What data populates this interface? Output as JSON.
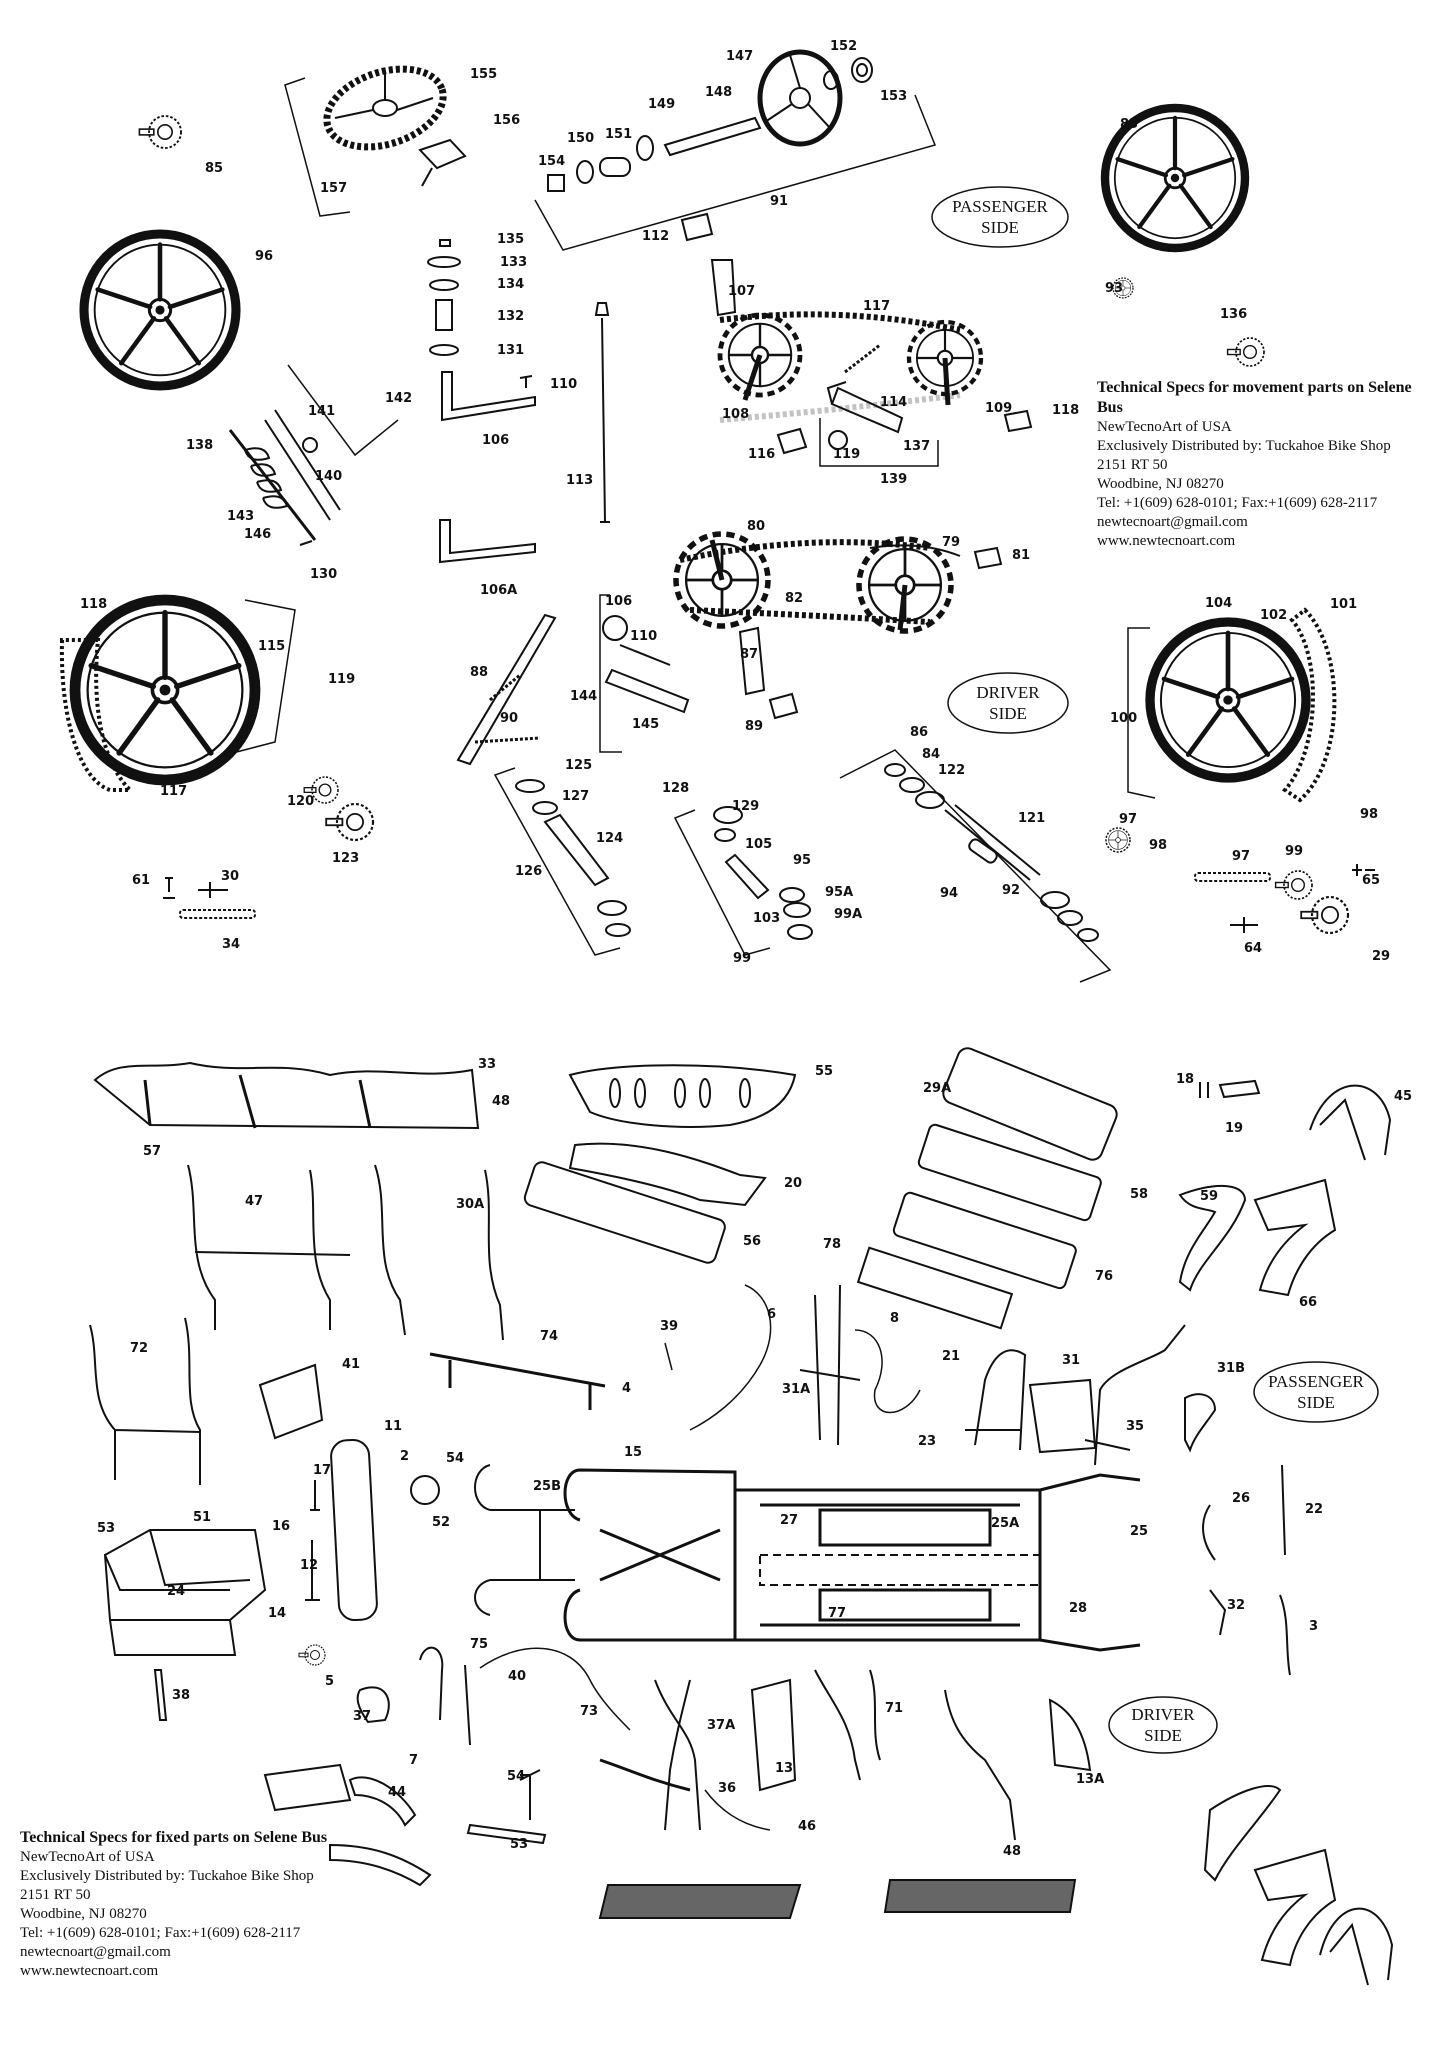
{
  "movement_specs": {
    "title": "Technical Specs for movement parts on Selene Bus",
    "company": "NewTecnoArt of USA",
    "distributor": "Exclusively Distributed by: Tuckahoe Bike Shop",
    "address1": "2151 RT 50",
    "address2": "Woodbine, NJ 08270",
    "contact": "Tel: +1(609) 628-0101; Fax:+1(609) 628-2117 newtecnoart@gmail.com",
    "website": "www.newtecnoart.com"
  },
  "fixed_specs": {
    "title": "Technical Specs for fixed parts on Selene Bus",
    "company": "NewTecnoArt of USA",
    "distributor": "Exclusively Distributed by: Tuckahoe Bike Shop",
    "address1": "2151 RT 50",
    "address2": "Woodbine, NJ 08270",
    "contact": "Tel: +1(609) 628-0101; Fax:+1(609) 628-2117 newtecnoart@gmail.com",
    "website": "www.newtecnoart.com"
  },
  "side_labels": {
    "passenger_top": [
      "PASSENGER",
      "SIDE"
    ],
    "driver_top": [
      "DRIVER",
      "SIDE"
    ],
    "passenger_bottom": [
      "PASSENGER",
      "SIDE"
    ],
    "driver_bottom": [
      "DRIVER",
      "SIDE"
    ]
  },
  "parts": [
    "85",
    "155",
    "156",
    "157",
    "147",
    "152",
    "153",
    "148",
    "149",
    "150",
    "151",
    "154",
    "91",
    "83",
    "96",
    "93",
    "136",
    "135",
    "133",
    "134",
    "132",
    "131",
    "110",
    "106",
    "112",
    "107",
    "117",
    "108",
    "114",
    "109",
    "118",
    "116",
    "119",
    "137",
    "139",
    "142",
    "141",
    "138",
    "143",
    "140",
    "146",
    "130",
    "113",
    "106A",
    "80",
    "79",
    "82",
    "81",
    "118",
    "115",
    "119",
    "117",
    "106",
    "110",
    "144",
    "145",
    "87",
    "89",
    "88",
    "90",
    "104",
    "102",
    "101",
    "100",
    "86",
    "84",
    "122",
    "121",
    "120",
    "123",
    "125",
    "127",
    "124",
    "126",
    "128",
    "129",
    "105",
    "103",
    "95",
    "95A",
    "99A",
    "99",
    "94",
    "92",
    "97",
    "98",
    "98",
    "97",
    "99",
    "65",
    "64",
    "61",
    "29",
    "30",
    "34",
    "33",
    "48",
    "57",
    "55",
    "29A",
    "18",
    "19",
    "45",
    "47",
    "30A",
    "20",
    "56",
    "58",
    "59",
    "66",
    "78",
    "76",
    "72",
    "74",
    "4",
    "41",
    "39",
    "6",
    "8",
    "21",
    "31A",
    "31",
    "31B",
    "23",
    "35",
    "11",
    "2",
    "54",
    "52",
    "17",
    "15",
    "25B",
    "25",
    "27",
    "25A",
    "26",
    "22",
    "51",
    "53",
    "16",
    "24",
    "14",
    "12",
    "77",
    "28",
    "32",
    "3",
    "5",
    "75",
    "40",
    "38",
    "37",
    "37A",
    "71",
    "73",
    "13",
    "13A",
    "7",
    "44",
    "36",
    "46",
    "54",
    "53",
    "48"
  ]
}
